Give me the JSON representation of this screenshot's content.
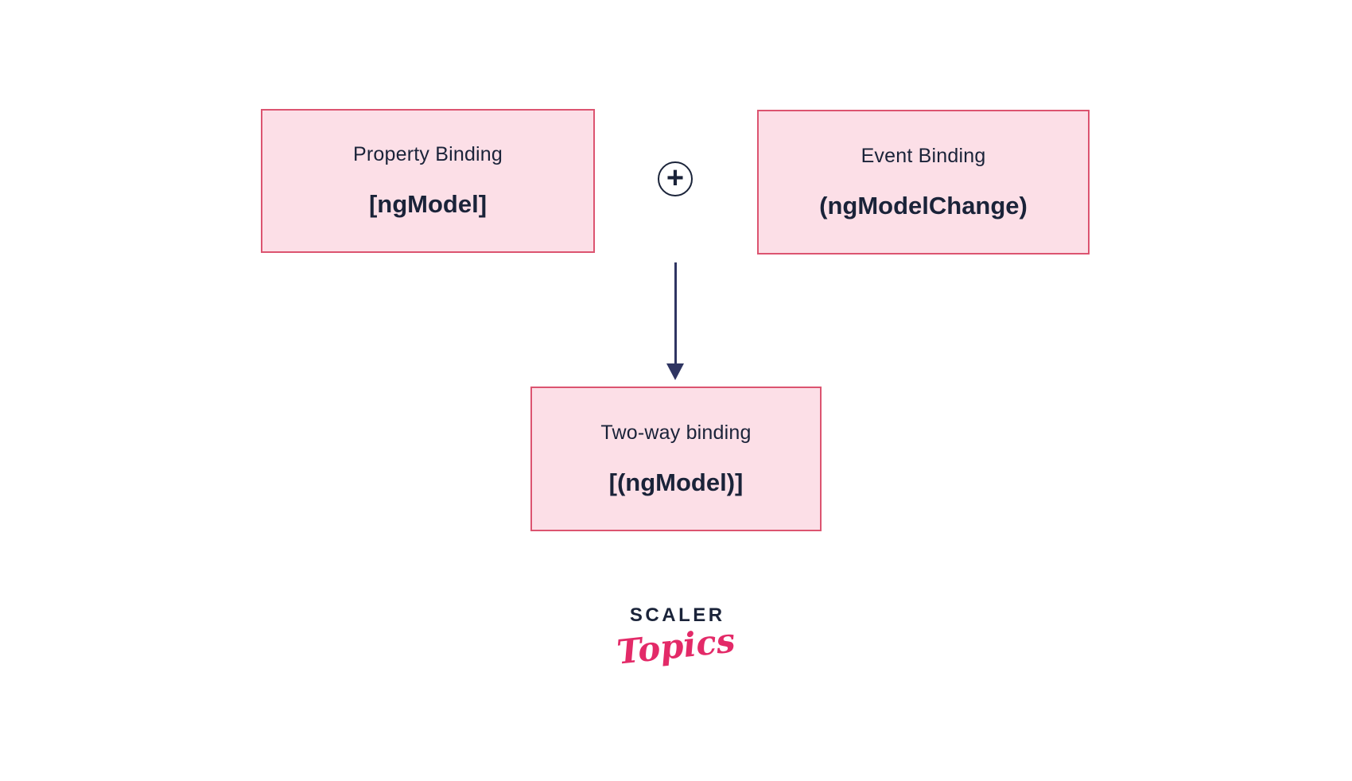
{
  "colors": {
    "background": "#ffffff",
    "box_fill": "#fcdfe7",
    "box_border": "#dc5470",
    "text_navy": "#1a2339",
    "arrow_navy": "#2f3562",
    "logo_pink": "#e32a68"
  },
  "diagram": {
    "plus_operator": "+",
    "property_box": {
      "title": "Property Binding",
      "code": "[ngModel]"
    },
    "event_box": {
      "title": "Event Binding",
      "code": "(ngModelChange)"
    },
    "result_box": {
      "title": "Two-way binding",
      "code": "[(ngModel)]"
    }
  },
  "logo": {
    "brand": "SCALER",
    "product": "Topics"
  }
}
